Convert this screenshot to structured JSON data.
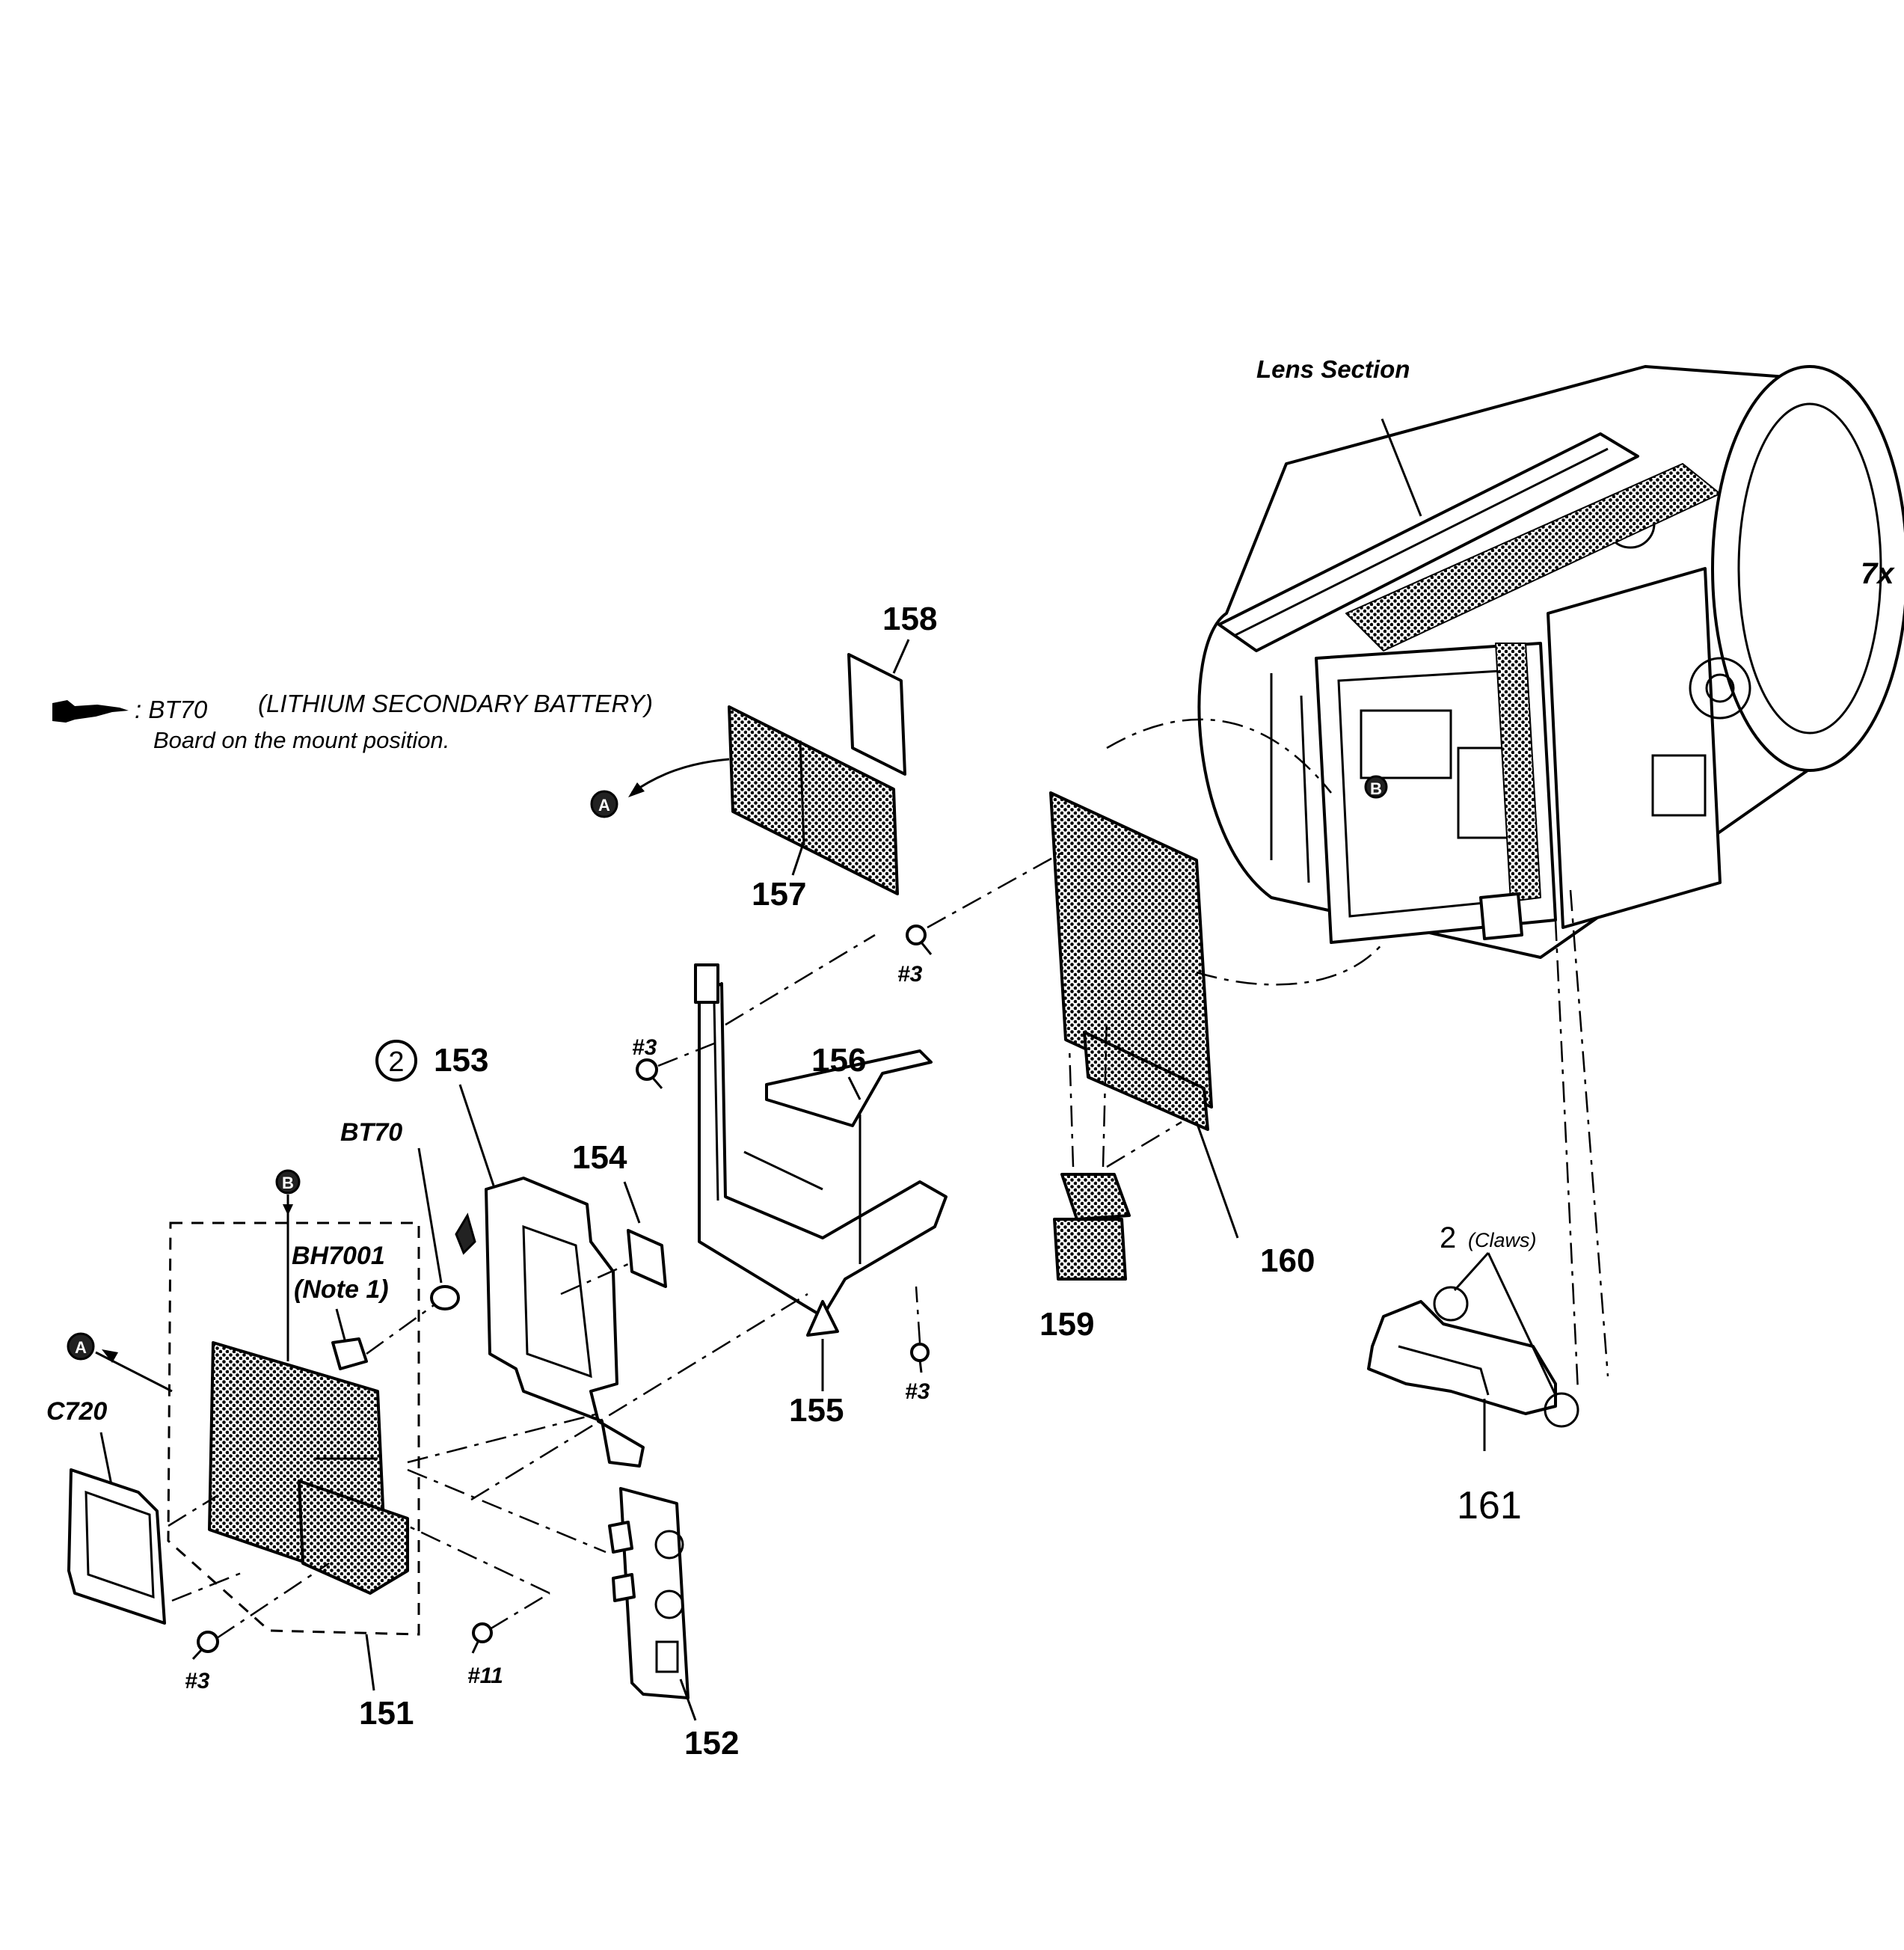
{
  "labels": {
    "lens_section": "Lens Section",
    "battery_note_ref": ": BT70",
    "battery_note_desc": "(LITHIUM SECONDARY BATTERY)",
    "battery_note_line2": "Board on the mount position.",
    "bt70": "BT70",
    "bh7001": "BH7001",
    "note1": "(Note 1)",
    "c720": "C720",
    "claws_count": "2",
    "claws_text": "(Claws)"
  },
  "markers": {
    "a": "A",
    "b": "B",
    "circled_2": "2"
  },
  "parts": {
    "p151": "151",
    "p152": "152",
    "p153": "153",
    "p154": "154",
    "p155": "155",
    "p156": "156",
    "p157": "157",
    "p158": "158",
    "p159": "159",
    "p160": "160",
    "p161": "161"
  },
  "screws": {
    "s3_top": "#3",
    "s3_mid": "#3",
    "s3_right": "#3",
    "s3_left": "#3",
    "s11": "#11"
  }
}
